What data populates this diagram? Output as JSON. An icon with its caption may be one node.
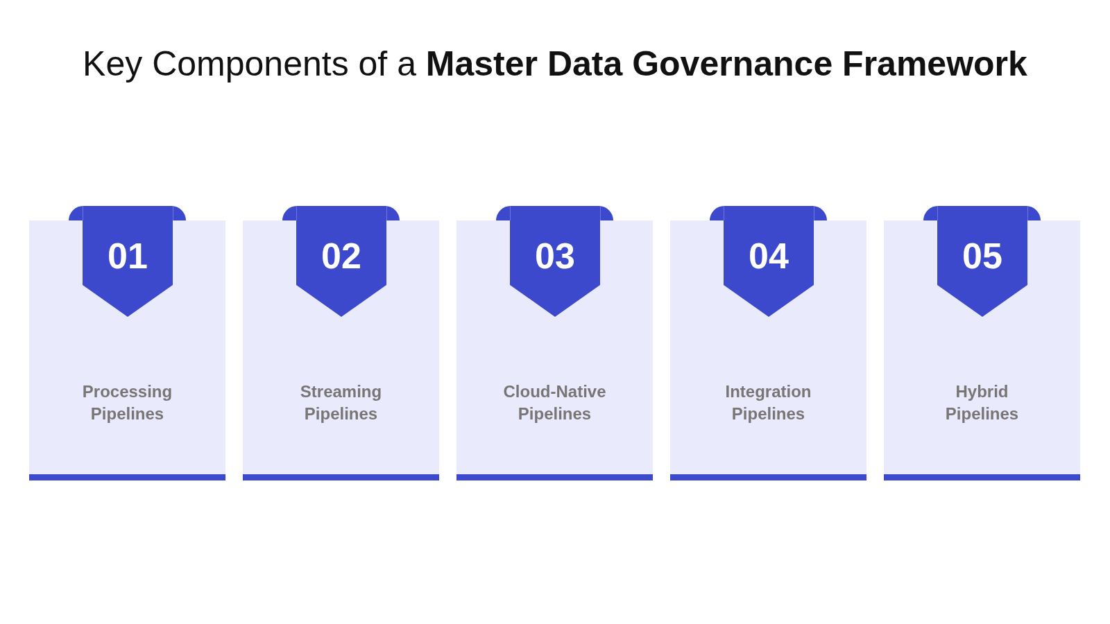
{
  "diagram": {
    "title": "Key Components of a **Master Data Governance Framework**",
    "nodes": [
      {
        "text": [
          "Processing Pipelines"
        ]
      },
      {
        "text": [
          "01"
        ],
        "in": 0
      },
      {
        "text": [
          "Streaming Pipelines"
        ]
      },
      {
        "text": [
          "02"
        ],
        "in": 2
      },
      {
        "text": [
          "Cloud-Native Pipelines"
        ]
      },
      {
        "text": [
          "03"
        ],
        "in": 4
      },
      {
        "text": [
          "Integration Pipelines"
        ]
      },
      {
        "text": [
          "04"
        ],
        "in": 6
      },
      {
        "text": [
          "Hybrid Pipelines"
        ]
      },
      {
        "text": [
          "05"
        ],
        "in": 8
      }
    ]
  }
}
